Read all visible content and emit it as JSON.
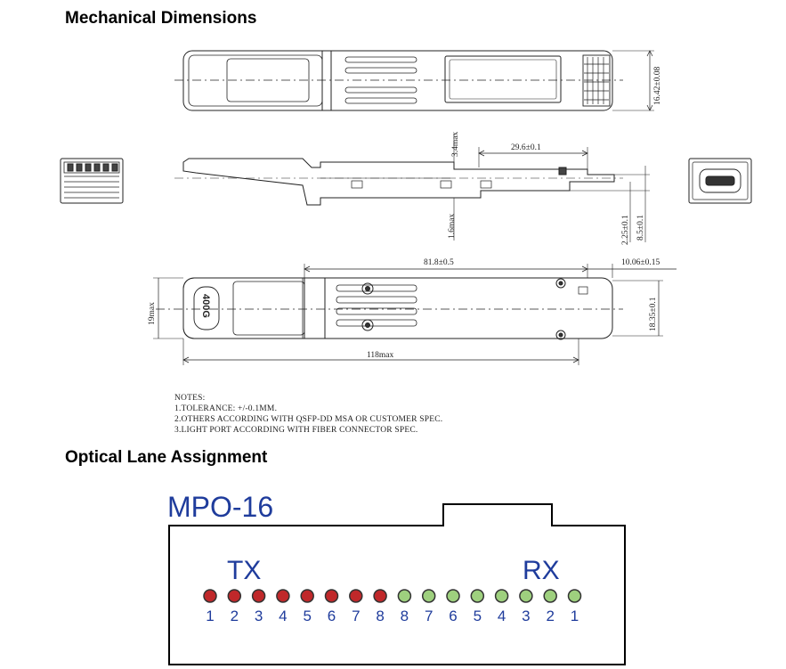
{
  "headings": {
    "mechanical": "Mechanical Dimensions",
    "optical": "Optical  Lane Assignment"
  },
  "drawing": {
    "dims": {
      "width_top": "16.42±0.08",
      "side_29_6": "29.6±0.1",
      "side_3_4": "3.4max",
      "side_1_6": "1.6max",
      "side_2_25": "2.25±0.1",
      "side_8_5": "8.5±0.1",
      "bottom_81_8": "81.8±0.5",
      "bottom_10_06": "10.06±0.15",
      "bottom_19": "19max",
      "bottom_18_35": "18.35±0.1",
      "bottom_118": "118max"
    },
    "pull_tab_label": "400G",
    "notes": [
      "NOTES:",
      "1.TOLERANCE: +/-0.1MM.",
      "2.OTHERS ACCORDING WITH QSFP-DD MSA OR CUSTOMER SPEC.",
      "3.LIGHT PORT ACCORDING WITH FIBER CONNECTOR SPEC."
    ]
  },
  "mpo": {
    "title": "MPO-16",
    "tx_label": "TX",
    "rx_label": "RX",
    "tx_color": "#c0282a",
    "rx_color": "#9ed07e",
    "title_color": "#1f3c9c",
    "tx_pins": [
      "1",
      "2",
      "3",
      "4",
      "5",
      "6",
      "7",
      "8"
    ],
    "rx_pins": [
      "8",
      "7",
      "6",
      "5",
      "4",
      "3",
      "2",
      "1"
    ]
  }
}
